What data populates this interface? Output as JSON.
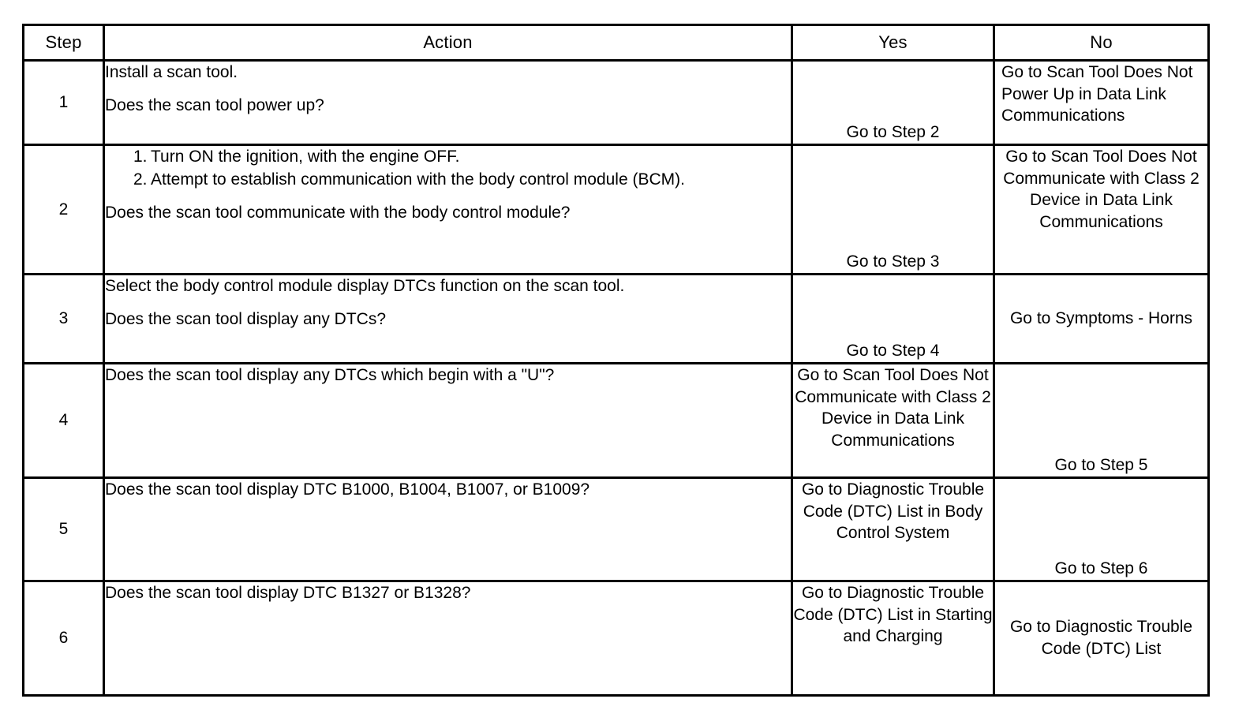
{
  "table": {
    "headers": {
      "step": "Step",
      "action": "Action",
      "yes": "Yes",
      "no": "No"
    },
    "rows": [
      {
        "step": "1",
        "action_lines": [
          "Install a scan tool.",
          "Does the scan tool power up?"
        ],
        "yes": "Go to Step 2",
        "no": "Go to Scan Tool Does Not Power Up in Data Link Communications"
      },
      {
        "step": "2",
        "list_items": [
          {
            "num": "1.",
            "text": "Turn ON the ignition, with the engine OFF."
          },
          {
            "num": "2.",
            "text": "Attempt to establish communication with the body control module (BCM)."
          }
        ],
        "action_lines": [
          "Does the scan tool communicate with the body control module?"
        ],
        "yes": "Go to Step 3",
        "no": "Go to Scan Tool Does Not Communicate with Class 2 Device in Data Link Communications"
      },
      {
        "step": "3",
        "action_lines": [
          "Select the body control module display DTCs function on the scan tool.",
          "Does the scan tool display any DTCs?"
        ],
        "yes": "Go to Step 4",
        "no": "Go to Symptoms - Horns"
      },
      {
        "step": "4",
        "action_lines": [
          "Does the scan tool display any DTCs which begin with a \"U\"?"
        ],
        "yes": "Go to Scan Tool Does Not Communicate with Class 2 Device in Data Link Communications",
        "no": "Go to Step 5"
      },
      {
        "step": "5",
        "action_lines": [
          "Does the scan tool display DTC B1000, B1004, B1007, or B1009?"
        ],
        "yes": "Go to Diagnostic Trouble Code (DTC) List in Body Control System",
        "no": "Go to Step 6"
      },
      {
        "step": "6",
        "action_lines": [
          "Does the scan tool display DTC B1327 or B1328?"
        ],
        "yes": "Go to Diagnostic Trouble Code (DTC) List in Starting and Charging",
        "no": "Go to Diagnostic Trouble Code (DTC) List"
      }
    ]
  }
}
